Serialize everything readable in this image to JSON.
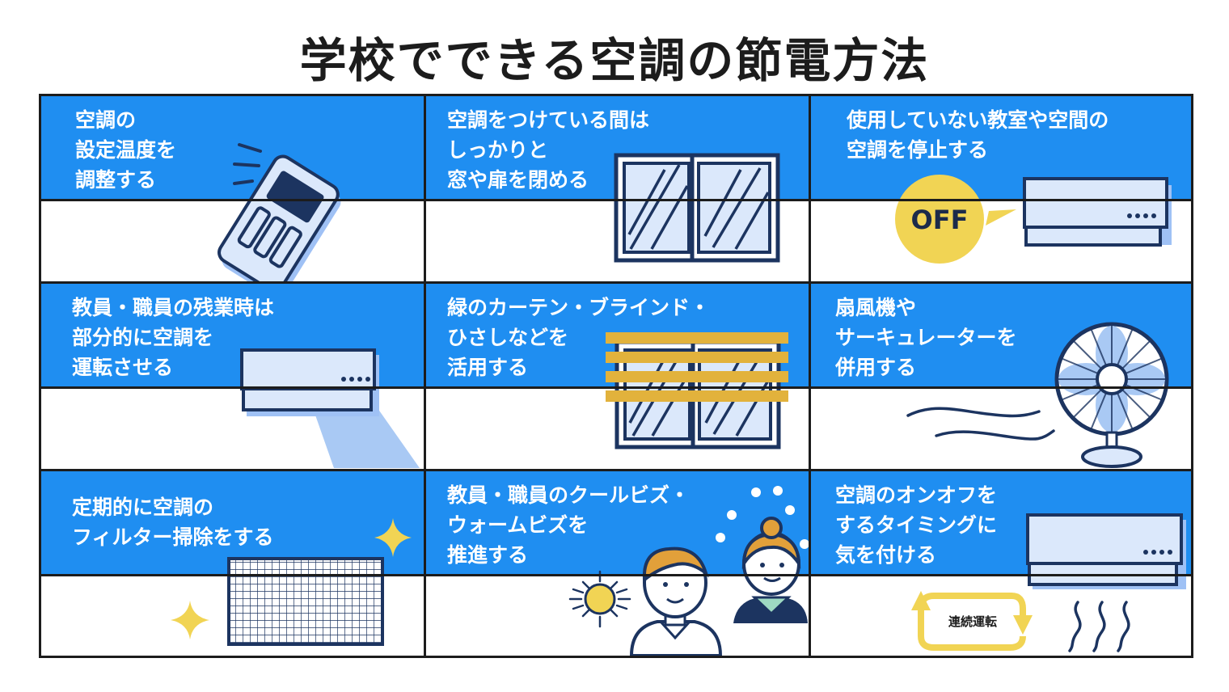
{
  "title": "学校でできる空調の節電方法",
  "colors": {
    "band": "#1f8ef1",
    "navy": "#1c3460",
    "light_blue": "#dbe8fb",
    "yellow": "#f1d454",
    "blind": "#e2b23c",
    "border": "#1c1c1c"
  },
  "cells": [
    {
      "lines": [
        "空調の",
        "設定温度を",
        "調整する"
      ],
      "icon": "remote-control-icon"
    },
    {
      "lines": [
        "空調をつけている間は",
        "しっかりと",
        "窓や扉を閉める"
      ],
      "icon": "window-icon"
    },
    {
      "lines": [
        "使用していない教室や空間の",
        "空調を停止する"
      ],
      "icon": "air-conditioner-off-icon"
    },
    {
      "lines": [
        "教員・職員の残業時は",
        "部分的に空調を",
        "運転させる"
      ],
      "icon": "air-conditioner-airflow-icon"
    },
    {
      "lines": [
        "緑のカーテン・ブラインド・",
        "ひさしなどを",
        "活用する"
      ],
      "icon": "window-blind-icon"
    },
    {
      "lines": [
        "扇風機や",
        "サーキュレーターを",
        "併用する"
      ],
      "icon": "electric-fan-icon"
    },
    {
      "lines": [
        "定期的に空調の",
        "フィルター掃除をする"
      ],
      "icon": "filter-icon"
    },
    {
      "lines": [
        "教員・職員のクールビズ・",
        "ウォームビズを",
        "推進する"
      ],
      "icon": "staff-people-icon"
    },
    {
      "lines": [
        "空調のオンオフを",
        "するタイミングに",
        "気を付ける"
      ],
      "icon": "air-conditioner-cycle-icon"
    }
  ],
  "badges": {
    "off": "OFF",
    "continuous_operation": "連続運転"
  }
}
